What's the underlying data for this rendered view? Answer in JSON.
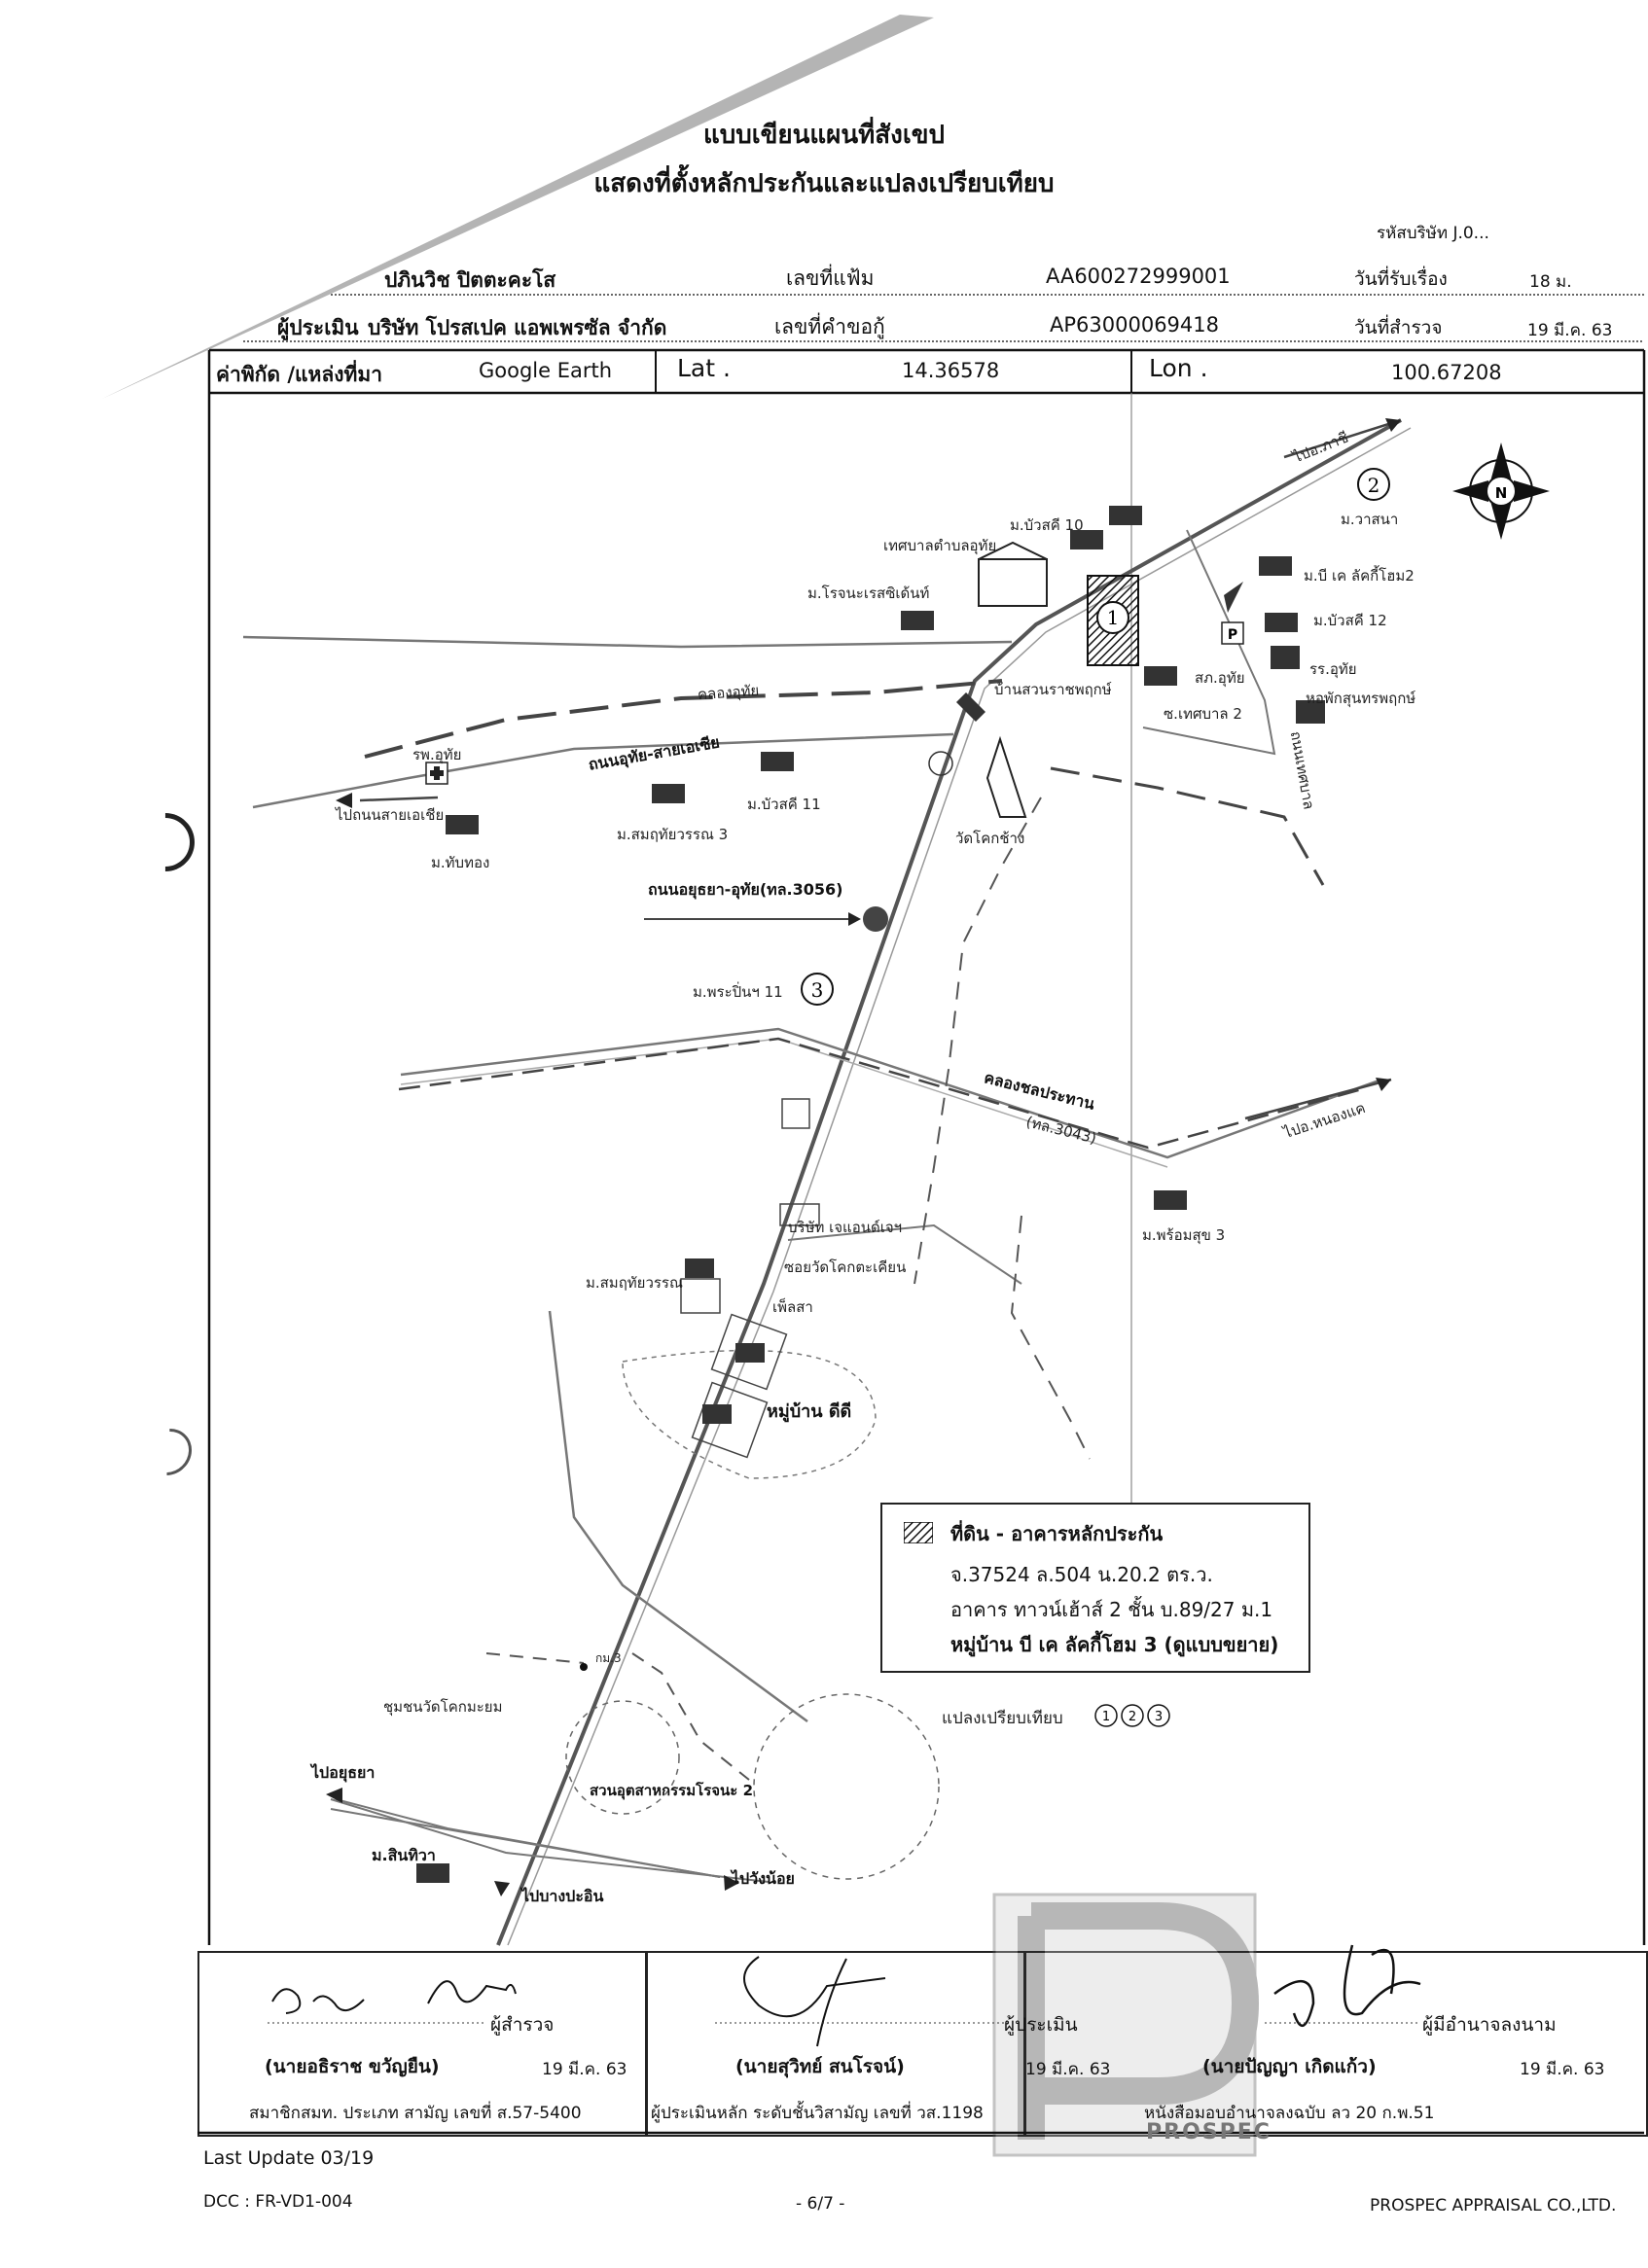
{
  "title": {
    "line1": "แบบเขียนแผนที่สังเขป",
    "line2": "แสดงที่ตั้งหลักประกันและแปลงเปรียบเทียบ"
  },
  "company_code_label": "รหัสบริษัท J.0...",
  "header": {
    "owner_name": "ปภินวิช ปิตตะคะโส",
    "file_no_label": "เลขที่แฟ้ม",
    "file_no": "AA600272999001",
    "received_label": "วันที่รับเรื่อง",
    "received_date": "18 ม.",
    "appraiser_label": "ผู้ประเมิน",
    "appraiser": "บริษัท โปรสเปค แอพเพรซัล จำกัด",
    "loan_no_label": "เลขที่คำขอกู้",
    "loan_no": "AP63000069418",
    "survey_label": "วันที่สำรวจ",
    "survey_date": "19 มี.ค. 63",
    "coord_label": "ค่าพิกัด /แหล่งที่มา",
    "coord_source": "Google Earth",
    "lat_label": "Lat .",
    "lat": "14.36578",
    "lon_label": "Lon .",
    "lon": "100.67208"
  },
  "map": {
    "labels": {
      "to_phachi": "ไปอ.ภาชี",
      "waasana": "ม.วาสนา",
      "buaskhi10": "ม.บัวสคี 10",
      "tessaban": "เทศบาลตำบลอุทัย",
      "rojana_residence": "ม.โรจนะเรสซิเด้นท์",
      "bk_lucky2": "ม.บี เค ลัคกี้โฮม2",
      "buaskhi12": "ม.บัวสคี 12",
      "police": "สภ.อุทัย",
      "school": "รร.อุทัย",
      "library": "หอพักสุนทรพฤกษ์",
      "ban_suan": "บ้านสวนราชพฤกษ์",
      "tessaban2": "ซ.เทศบาล 2",
      "khlong_uthai": "คลองอุทัย",
      "road_uthai_asia": "ถนนอุทัย-สายเอเซีย",
      "hospital": "รพ.อุทัย",
      "to_asia": "ไปถนนสายเอเชีย",
      "thapthong": "ม.ทับทอง",
      "sommutthai3": "ม.สมฤทัยวรรณ 3",
      "buaskhi11": "ม.บัวสคี 11",
      "wat_khok_chang": "วัดโคกช้าง",
      "road_uthai_bypass": "ถนนเทศบาล",
      "road_ayutthaya": "ถนนอยุธยา-อุทัย(ทล.3056)",
      "phraphin11": "ม.พระปิ่นฯ 11",
      "khlong_chon": "คลองชลประทาน",
      "tl3043": "(ทล.3043)",
      "to_nongkhae": "ไปอ.หนองแค",
      "company_jn": "บริษัท เจแอนด์เจฯ",
      "soi_wat": "ซอยวัดโคกตะเคียน",
      "phromsuk3": "ม.พร้อมสุข 3",
      "sommutthai": "ม.สมฤทัยวรรณ",
      "pholsa": "เพ็ลสา",
      "mu_baan_didi": "หมู่บ้าน ดีดี",
      "km3": "กม.3",
      "chumchon": "ชุมชนวัดโคกมะยม",
      "industrial": "สวนอุตสาหกรรมโรจนะ 2",
      "to_ayutthaya": "ไปอยุธยา",
      "sinthawa": "ม.สินทิวา",
      "to_bangpain": "ไปบางปะอิน",
      "to_wangnoi": "ไปวังน้อย",
      "compare": "แปลงเปรียบเทียบ"
    },
    "markers": [
      "1",
      "2",
      "3"
    ],
    "north": "N"
  },
  "legend": {
    "title": "ที่ดิน - อาคารหลักประกัน",
    "line1": "จ.37524 ล.504 น.20.2 ตร.ว.",
    "line2": "อาคาร ทาวน์เฮ้าส์ 2 ชั้น บ.89/27 ม.1",
    "line3": "หมู่บ้าน บี เค ลัคกี้โฮม 3 (ดูแบบขยาย)"
  },
  "signatures": {
    "surveyor_role": "ผู้สำรวจ",
    "surveyor_name": "(นายอธิราช ขวัญยืน)",
    "surveyor_date": "19 มี.ค. 63",
    "surveyor_license": "สมาชิกสมท. ประเภท สามัญ เลขที่ ส.57-5400",
    "appraiser_role": "ผู้ประเมิน",
    "appraiser_name": "(นายสุวิทย์ สนโรจน์)",
    "appraiser_date": "19 มี.ค. 63",
    "appraiser_license": "ผู้ประเมินหลัก ระดับชั้นวิสามัญ เลขที่ วส.1198",
    "authorized_role": "ผู้มีอำนาจลงนาม",
    "authorized_name": "(นายปัญญา เกิดแก้ว)",
    "authorized_date": "19 มี.ค. 63",
    "authorized_doc": "หนังสือมอบอำนาจลงฉบับ ลว 20 ก.พ.51",
    "stamp_text": "PROSPEC"
  },
  "footer": {
    "last_update": "Last Update 03/19",
    "dcc": "DCC : FR-VD1-004",
    "page": "- 6/7 -",
    "company": "PROSPEC APPRAISAL CO.,LTD."
  }
}
